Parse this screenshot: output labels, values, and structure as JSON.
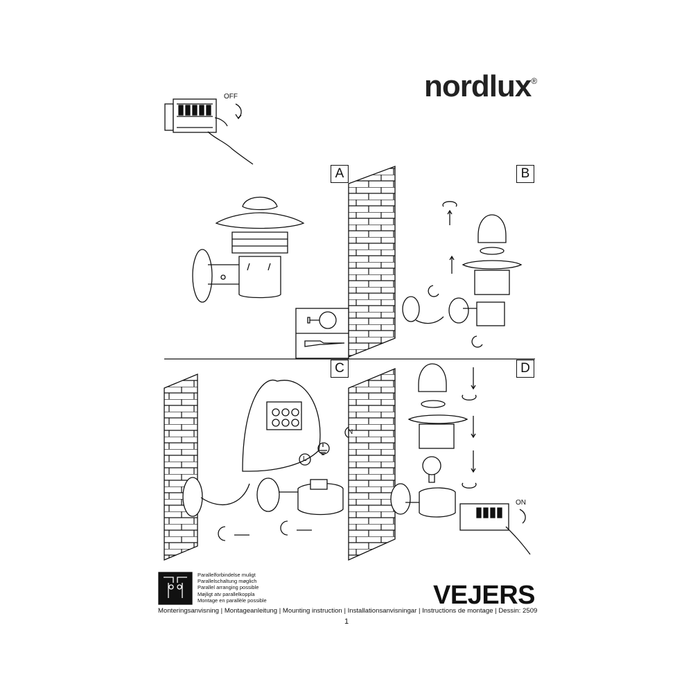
{
  "brand": {
    "name": "nordlux",
    "registered": "®"
  },
  "switch_labels": {
    "off": "OFF",
    "on": "ON"
  },
  "panels": [
    {
      "label": "A"
    },
    {
      "label": "B"
    },
    {
      "label": "C"
    },
    {
      "label": "D"
    }
  ],
  "wiring_labels": {
    "neutral": "N",
    "live": "L"
  },
  "parallel_connection": [
    "Parallelforbindelse muligt",
    "Parallelschaltung møglich",
    "Parallel arranging possible",
    "Møjligt atv parallelkoppla",
    "Montage en parallèle possible"
  ],
  "product_name": "VEJERS",
  "footer": "Monteringsanvisning | Montageanleitung | Mounting instruction | Installationsanvisningar | Instructions de montage | Dessin: 2509",
  "page_number": "1"
}
